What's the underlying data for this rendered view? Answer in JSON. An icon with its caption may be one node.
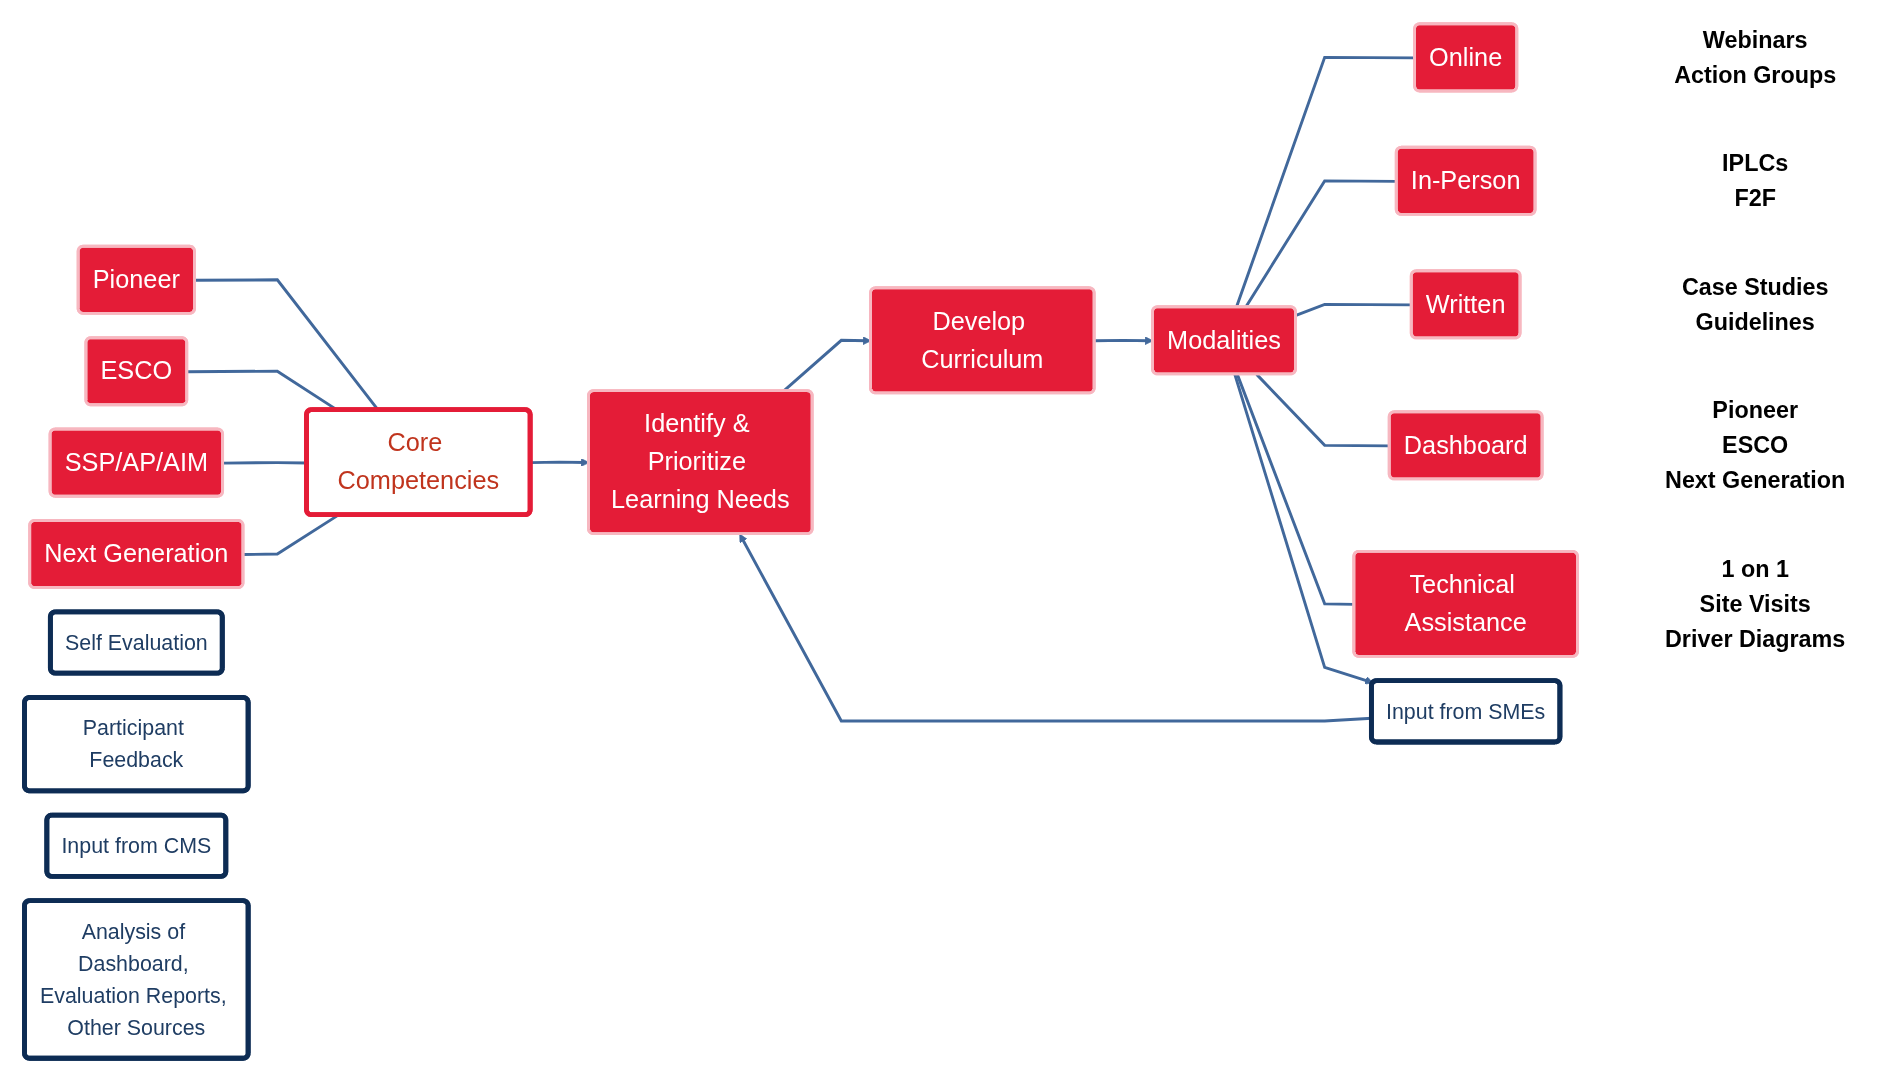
{
  "diagram": {
    "nodes": [
      {
        "text": [
          "Pioneer"
        ]
      },
      {
        "text": [
          "ESCO"
        ]
      },
      {
        "text": [
          "SSP/AP/AIM"
        ]
      },
      {
        "text": [
          "Next Generation"
        ]
      },
      {
        "text": [
          "Core Competencies"
        ]
      },
      {
        "text": [
          "Identify & Prioritize Learning Needs"
        ]
      },
      {
        "text": [
          "Develop Curriculum"
        ]
      },
      {
        "text": [
          "Modalities"
        ]
      },
      {
        "text": [
          "Online"
        ],
        "beside": [
          "Webinars",
          "Action Groups"
        ]
      },
      {
        "text": [
          "In-Person"
        ],
        "beside": [
          "IPLCs",
          "F2F"
        ]
      },
      {
        "text": [
          "Written"
        ],
        "beside": [
          "Case Studies",
          "Guidelines"
        ]
      },
      {
        "text": [
          "Dashboard"
        ],
        "beside": [
          "Pioneer",
          "ESCO",
          "Next Generation"
        ]
      },
      {
        "text": [
          "Technical Assistance"
        ],
        "beside": [
          "1 on 1",
          "Site Visits",
          "Driver Diagrams"
        ]
      },
      {
        "text": [
          "Self Evaluation"
        ]
      },
      {
        "text": [
          "Participant Feedback"
        ]
      },
      {
        "text": [
          "Input from CMS"
        ]
      },
      {
        "text": [
          "Input from SMEs"
        ]
      },
      {
        "text": [
          "Analysis of Dashboard, Evaluation Reports, Other Sources"
        ]
      }
    ],
    "edges": [
      {
        "from": 0,
        "to": 4,
        "arrow": "none"
      },
      {
        "from": 1,
        "to": 4,
        "arrow": "none"
      },
      {
        "from": 2,
        "to": 4,
        "arrow": "none"
      },
      {
        "from": 3,
        "to": 4,
        "arrow": "none"
      },
      {
        "from": 4,
        "to": 5,
        "arrow": "to"
      },
      {
        "from": 5,
        "to": 6,
        "arrow": "to"
      },
      {
        "from": 6,
        "to": 7,
        "arrow": "to"
      },
      {
        "from": 7,
        "to": 8,
        "arrow": "none"
      },
      {
        "from": 7,
        "to": 9,
        "arrow": "none"
      },
      {
        "from": 7,
        "to": 10,
        "arrow": "none"
      },
      {
        "from": 7,
        "to": 11,
        "arrow": "none"
      },
      {
        "from": 7,
        "to": 12,
        "arrow": "none"
      },
      {
        "from": 7,
        "to": 16,
        "arrow": "to"
      },
      {
        "from": 16,
        "to": 5,
        "arrow": "to"
      }
    ]
  }
}
